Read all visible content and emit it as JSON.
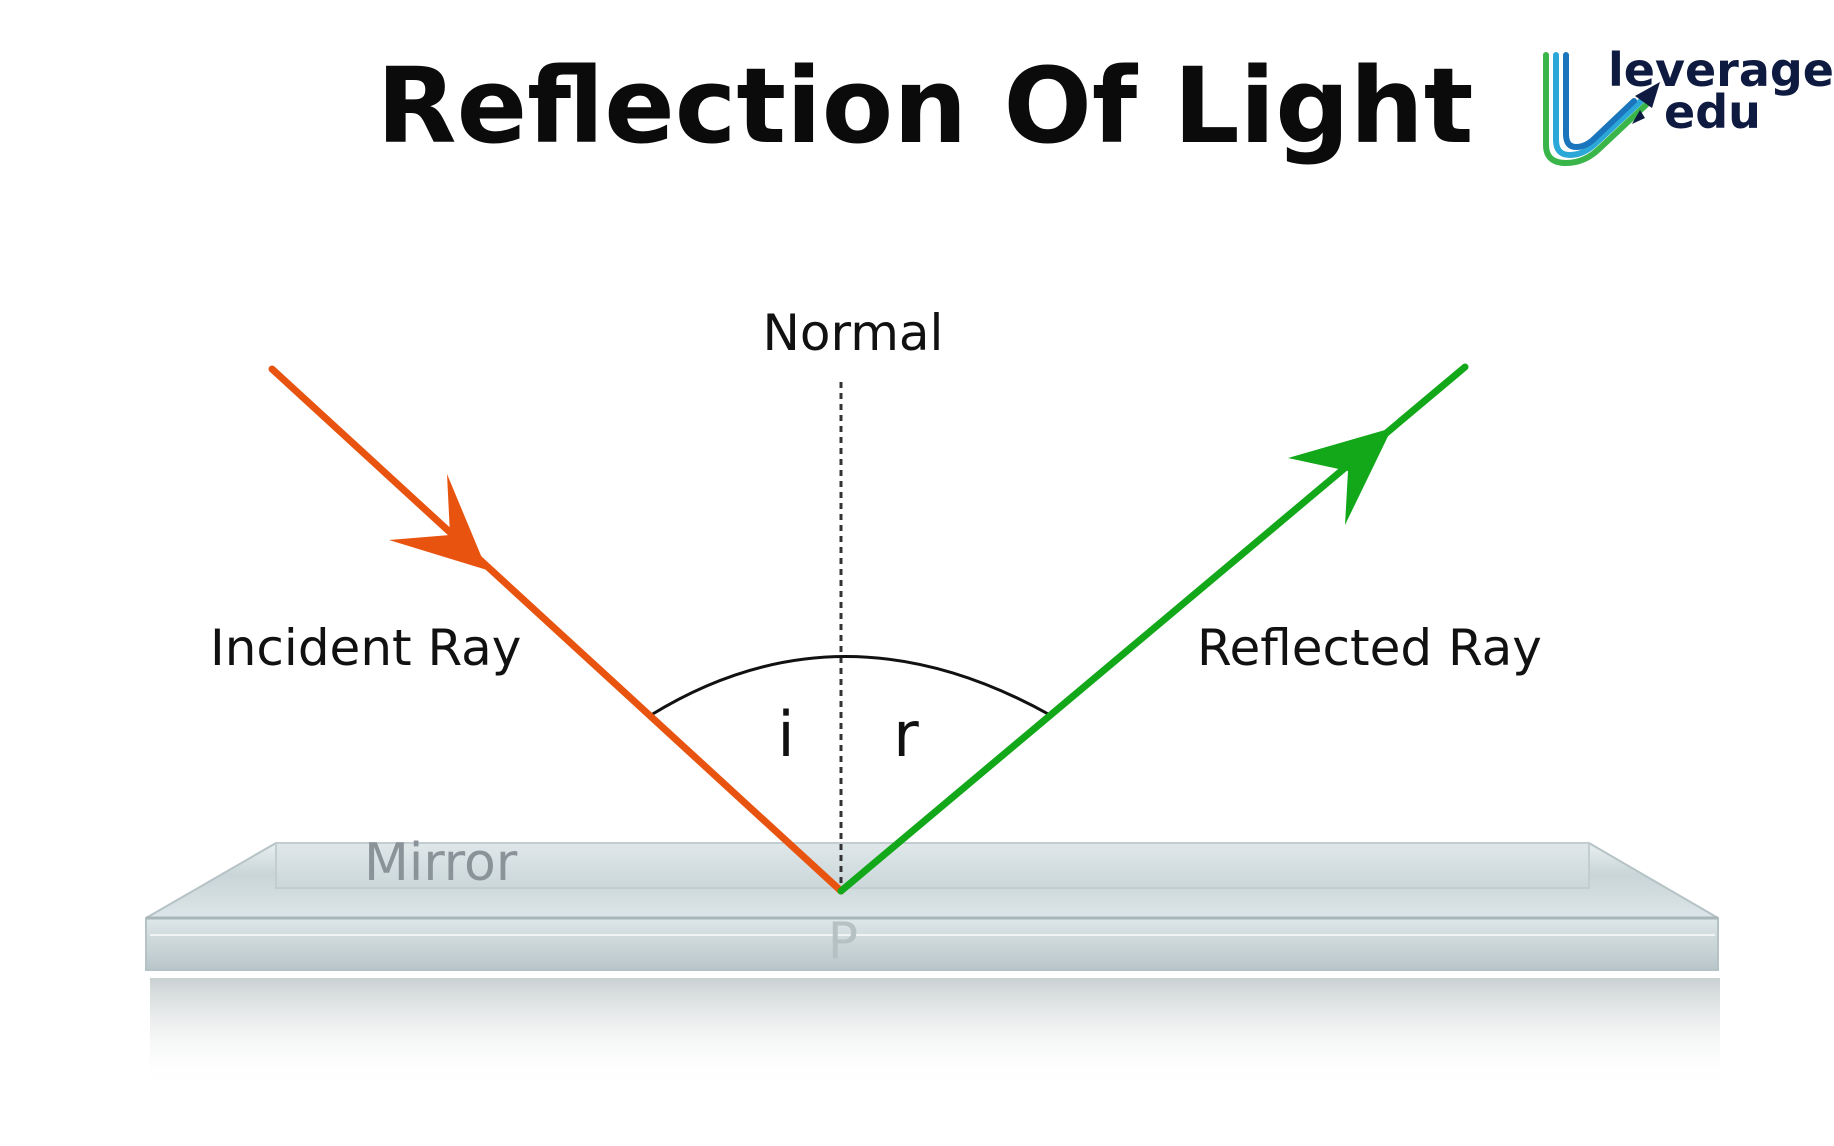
{
  "title": "Reflection Of Light",
  "logo": {
    "line1": "leverage",
    "line2": "edu"
  },
  "labels": {
    "normal": "Normal",
    "incident": "Incident Ray",
    "reflected": "Reflected Ray",
    "angle_incidence": "i",
    "angle_reflection": "r",
    "mirror": "Mirror",
    "point": "P"
  },
  "colors": {
    "incident_ray": "#e8540f",
    "reflected_ray": "#12a81a",
    "normal_line": "#333333",
    "angle_arc": "#111111",
    "logo_lines": [
      "#39b54a",
      "#2ba8d8",
      "#1b75bc",
      "#0e1a40"
    ]
  },
  "icons": {
    "logo_icon": "rocket-icon"
  }
}
